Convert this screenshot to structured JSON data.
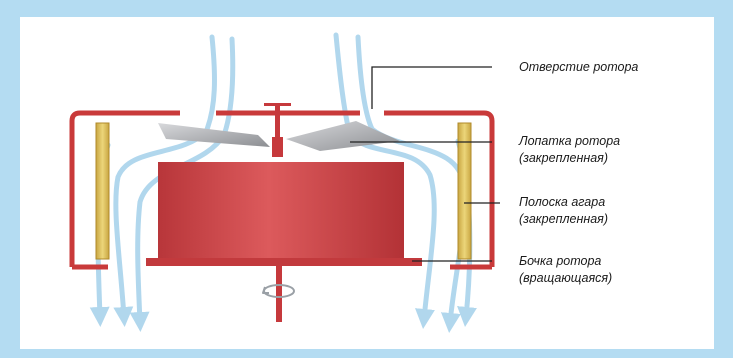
{
  "labels": {
    "rotor_opening": "Отверстие ротора",
    "rotor_blade": {
      "line1": "Лопатка ротора",
      "line2": "(закрепленная)"
    },
    "agar_strip": {
      "line1": "Полоска агара",
      "line2": "(закрепленная)"
    },
    "rotor_drum": {
      "line1": "Бочка ротора",
      "line2": "(вращающаяся)"
    }
  },
  "colors": {
    "frame_background": "#b4dcf2",
    "housing_red": "#c93a3a",
    "drum_red": "#d0474a",
    "airflow_blue": "#a9d3ec",
    "agar_yellow": "#e6cc6c",
    "blade_gray": "#a4a6aa"
  }
}
